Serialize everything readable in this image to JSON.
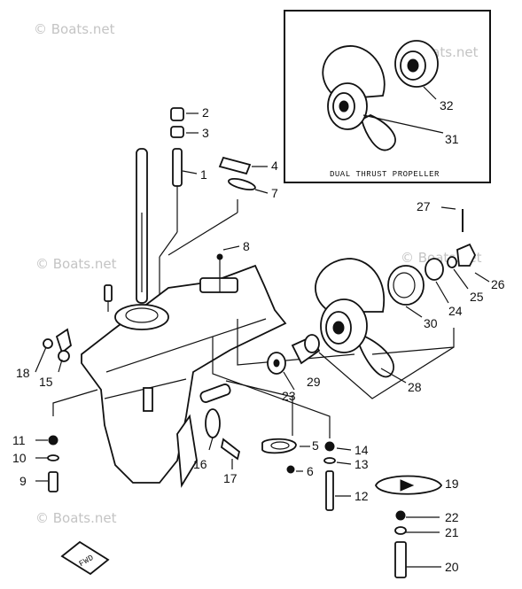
{
  "watermarks": [
    "© Boats.net",
    "© Boats.net",
    "© Boats.net",
    "© Boats.net",
    "© Boats.net"
  ],
  "inset": {
    "title": "DUAL THRUST PROPELLER"
  },
  "fwd_label": "FWD",
  "callouts": [
    {
      "id": "1",
      "label": "1"
    },
    {
      "id": "2",
      "label": "2"
    },
    {
      "id": "3",
      "label": "3"
    },
    {
      "id": "4",
      "label": "4"
    },
    {
      "id": "5",
      "label": "5"
    },
    {
      "id": "6",
      "label": "6"
    },
    {
      "id": "7",
      "label": "7"
    },
    {
      "id": "8",
      "label": "8"
    },
    {
      "id": "9",
      "label": "9"
    },
    {
      "id": "10",
      "label": "10"
    },
    {
      "id": "11",
      "label": "11"
    },
    {
      "id": "12",
      "label": "12"
    },
    {
      "id": "13",
      "label": "13"
    },
    {
      "id": "14",
      "label": "14"
    },
    {
      "id": "15",
      "label": "15"
    },
    {
      "id": "16",
      "label": "16"
    },
    {
      "id": "17",
      "label": "17"
    },
    {
      "id": "18",
      "label": "18"
    },
    {
      "id": "19",
      "label": "19"
    },
    {
      "id": "20",
      "label": "20"
    },
    {
      "id": "21",
      "label": "21"
    },
    {
      "id": "22",
      "label": "22"
    },
    {
      "id": "23",
      "label": "23"
    },
    {
      "id": "24",
      "label": "24"
    },
    {
      "id": "25",
      "label": "25"
    },
    {
      "id": "26",
      "label": "26"
    },
    {
      "id": "27",
      "label": "27"
    },
    {
      "id": "28",
      "label": "28"
    },
    {
      "id": "29",
      "label": "29"
    },
    {
      "id": "30",
      "label": "30"
    },
    {
      "id": "31",
      "label": "31"
    },
    {
      "id": "32",
      "label": "32"
    }
  ]
}
